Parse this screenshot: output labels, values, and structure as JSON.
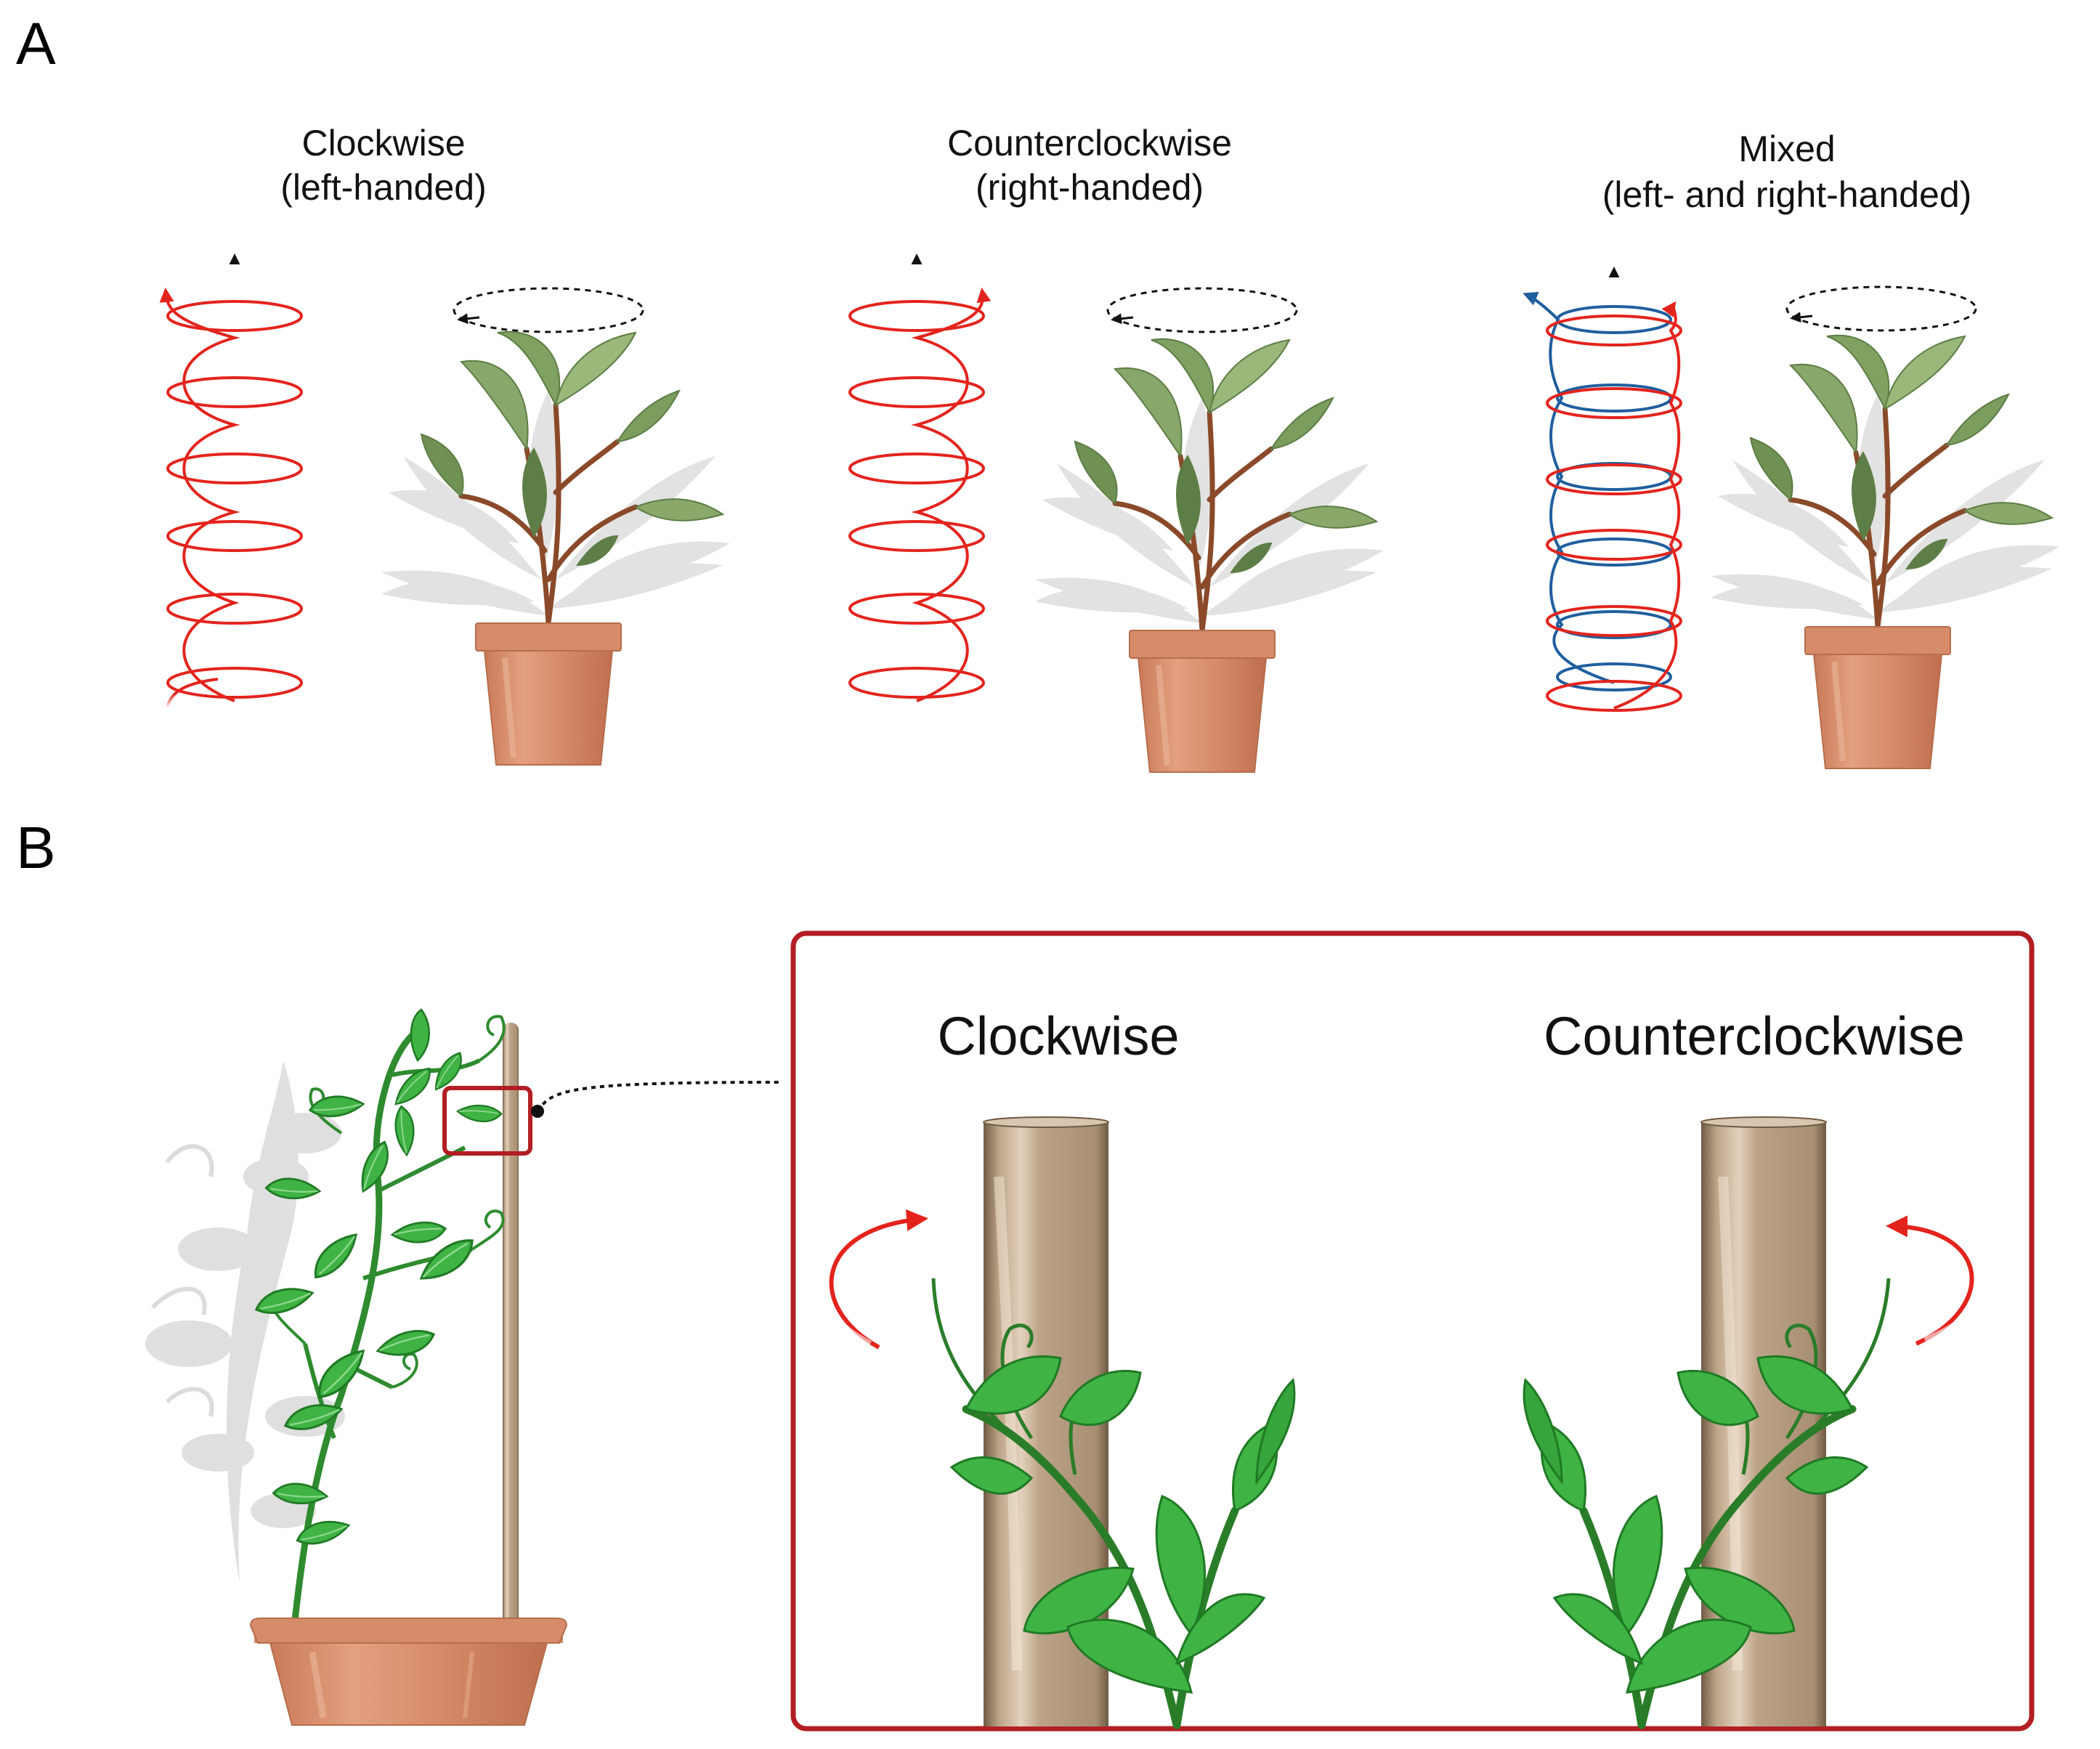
{
  "panels": {
    "a": {
      "letter": "A",
      "columns": [
        {
          "title": "Clockwise",
          "subtitle": "(left-handed)"
        },
        {
          "title": "Counterclockwise",
          "subtitle": "(right-handed)"
        },
        {
          "title": "Mixed",
          "subtitle": "(left- and right-handed)"
        }
      ]
    },
    "b": {
      "letter": "B",
      "inset": {
        "left_label": "Clockwise",
        "right_label": "Counterclockwise"
      }
    }
  },
  "colors": {
    "helix_red": "#e3241d",
    "helix_blue": "#1f5f9e",
    "inset_border": "#b21e23",
    "leaf_green": "#3fb344",
    "pot": "#d9906d",
    "stick": "#b89f82"
  }
}
